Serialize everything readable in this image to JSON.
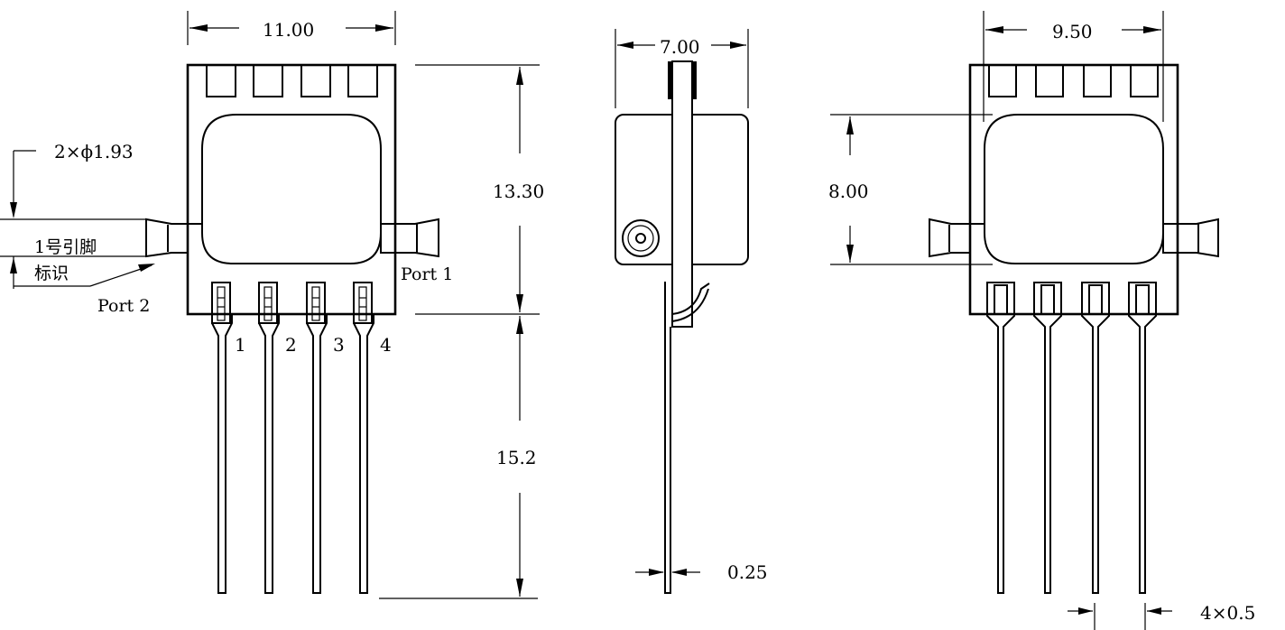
{
  "front_view": {
    "width_dim": "11.00",
    "height_dim": "13.30",
    "lead_dim": "15.2",
    "hole_dim": "2×ϕ1.93",
    "pin1_mark_line1": "1号引脚",
    "pin1_mark_line2": "标识",
    "port1": "Port 1",
    "port2": "Port 2",
    "pins": [
      "1",
      "2",
      "3",
      "4"
    ]
  },
  "side_view": {
    "width_dim": "7.00",
    "lead_thickness_dim": "0.25"
  },
  "rear_view": {
    "width_dim": "9.50",
    "height_dim": "8.00",
    "lead_width_dim": "4×0.5"
  }
}
